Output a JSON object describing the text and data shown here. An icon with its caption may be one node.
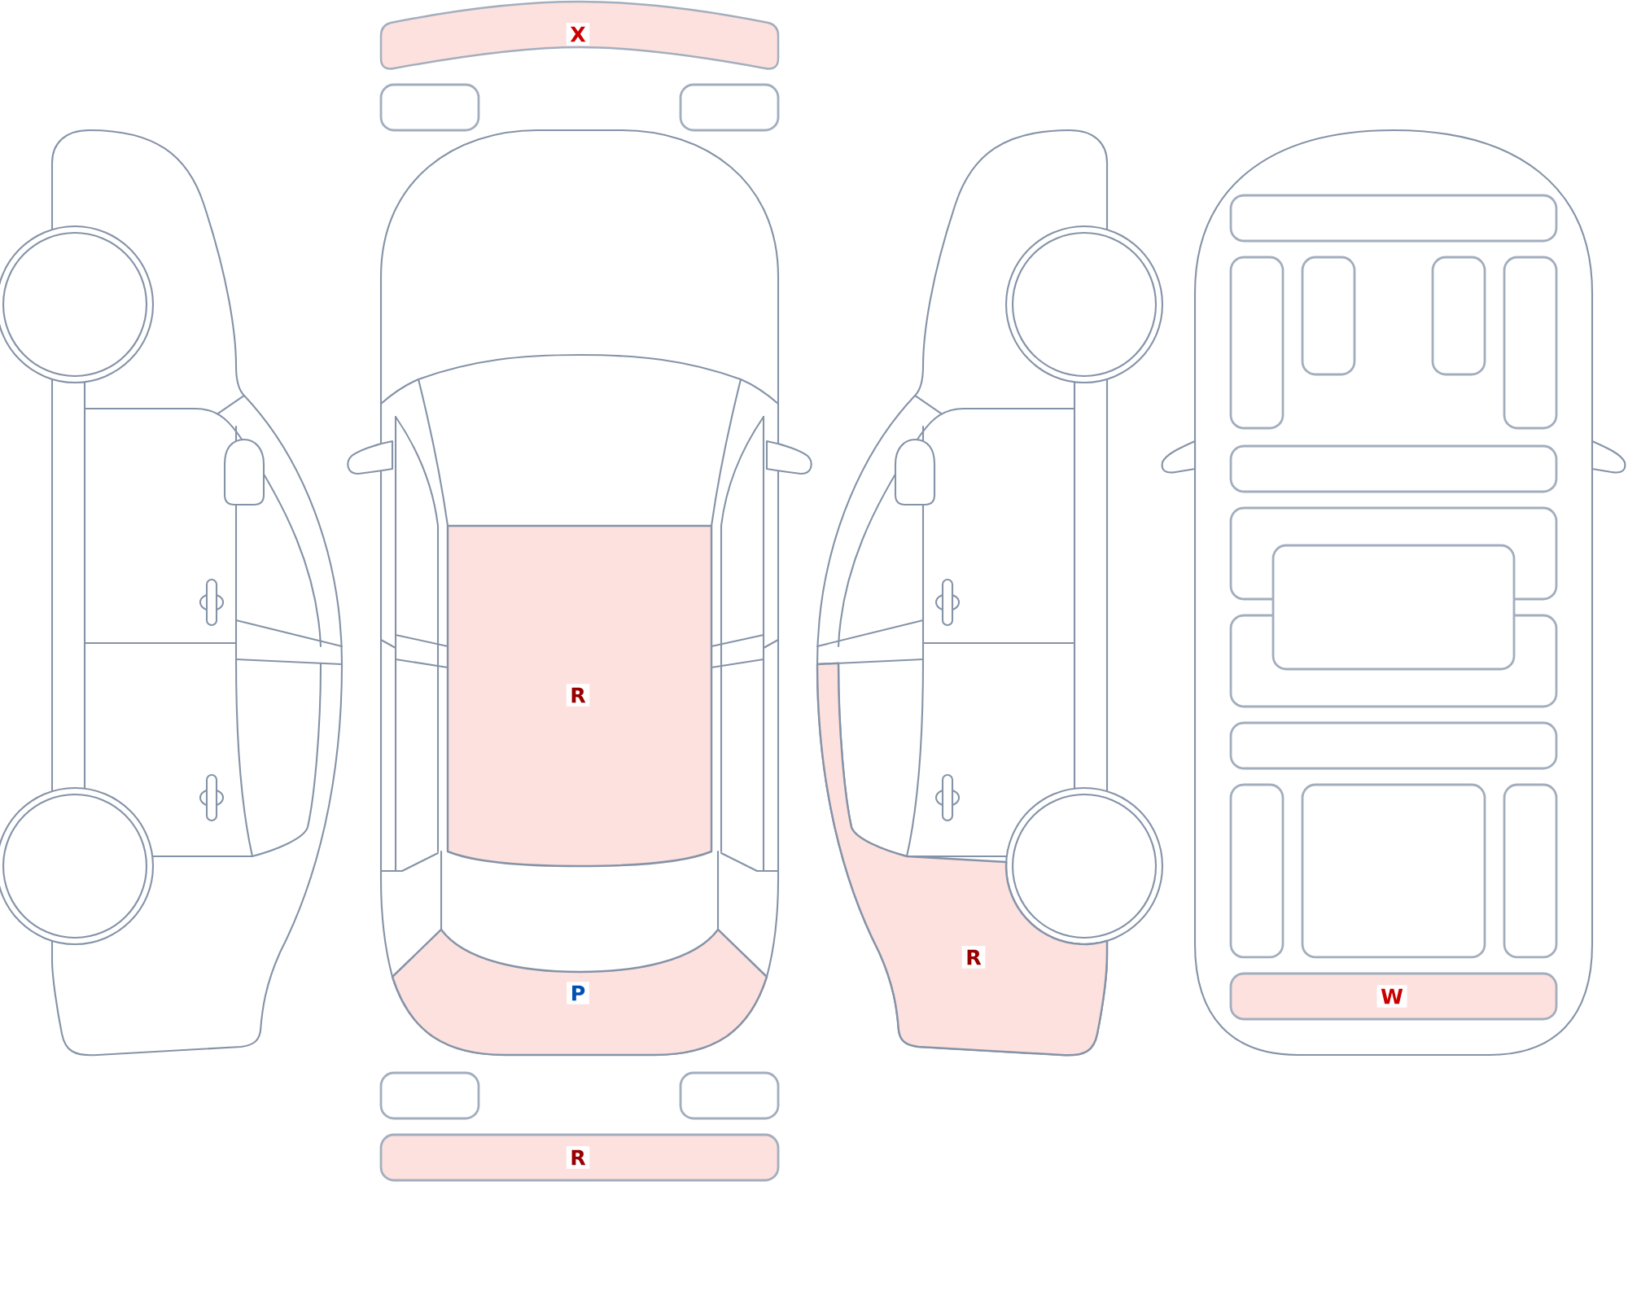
{
  "diagram": {
    "nodes": [
      {
        "text": [
          "X"
        ]
      },
      {
        "text": [],
        "shape": "box"
      },
      {
        "text": [],
        "shape": "box"
      },
      {
        "text": [
          "R"
        ]
      },
      {
        "text": [
          "P"
        ]
      },
      {
        "text": [],
        "shape": "box"
      },
      {
        "text": [],
        "shape": "box"
      },
      {
        "text": [
          "R"
        ]
      },
      {
        "text": [
          "R"
        ]
      },
      {
        "text": [],
        "shape": "box"
      },
      {
        "text": [],
        "shape": "box"
      },
      {
        "text": [],
        "shape": "box"
      },
      {
        "text": [],
        "shape": "box"
      },
      {
        "text": [],
        "shape": "box"
      },
      {
        "text": [],
        "shape": "box"
      },
      {
        "text": [],
        "shape": "box"
      },
      {
        "text": [],
        "shape": "box"
      },
      {
        "text": [],
        "shape": "box"
      },
      {
        "text": [],
        "shape": "box"
      },
      {
        "text": [],
        "shape": "box"
      },
      {
        "text": [],
        "shape": "box"
      },
      {
        "text": [],
        "shape": "box"
      },
      {
        "text": [
          "W"
        ]
      }
    ]
  }
}
